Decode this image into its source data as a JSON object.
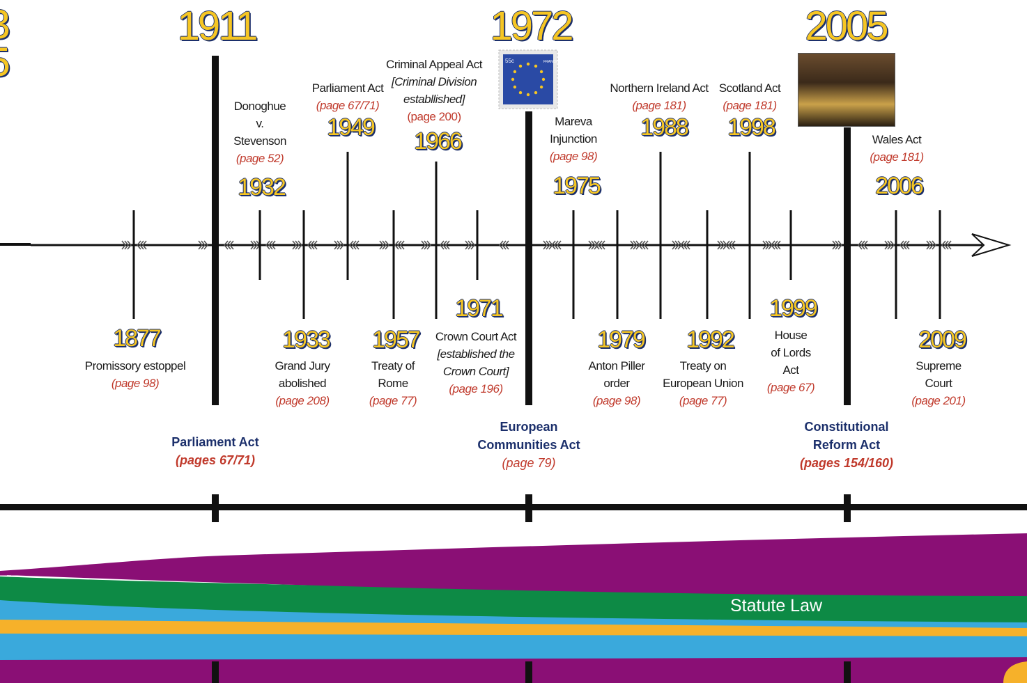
{
  "major_years": [
    "1911",
    "1972",
    "2005"
  ],
  "partial_years": [
    "3",
    "5"
  ],
  "events_above": [
    {
      "id": "e1932",
      "year": "1932",
      "lines": [
        "Donoghue",
        "v.",
        "Stevenson"
      ],
      "page": "(page 52)"
    },
    {
      "id": "e1949",
      "year": "1949",
      "lines": [
        "Parliament Act"
      ],
      "page": "(page 67/71)"
    },
    {
      "id": "e1966",
      "year": "1966",
      "lines": [
        "Criminal Appeal Act"
      ],
      "italic": [
        "[Criminal Division",
        "establlished]"
      ],
      "page_normal": "(page 200)"
    },
    {
      "id": "e1975",
      "year": "1975",
      "lines": [
        "Mareva",
        "Injunction"
      ],
      "page": "(page 98)"
    },
    {
      "id": "e1988",
      "year": "1988",
      "lines": [
        "Northern Ireland Act"
      ],
      "page": "(page 181)"
    },
    {
      "id": "e1998",
      "year": "1998",
      "lines": [
        "Scotland Act"
      ],
      "page": "(page 181)"
    },
    {
      "id": "e2006",
      "year": "2006",
      "lines": [
        "Wales Act"
      ],
      "page": "(page 181)"
    }
  ],
  "events_below": [
    {
      "id": "e1877",
      "year": "1877",
      "lines": [
        "Promissory estoppel"
      ],
      "page": "(page 98)"
    },
    {
      "id": "e1933",
      "year": "1933",
      "lines": [
        "Grand Jury",
        "abolished"
      ],
      "page": "(page 208)"
    },
    {
      "id": "e1957",
      "year": "1957",
      "lines": [
        "Treaty of",
        "Rome"
      ],
      "page": "(page 77)"
    },
    {
      "id": "e1971",
      "year": "1971",
      "lines": [
        "Crown Court Act"
      ],
      "italic": [
        "[established the",
        "Crown Court]"
      ],
      "page": "(page 196)"
    },
    {
      "id": "e1979",
      "year": "1979",
      "lines": [
        "Anton Piller",
        "order"
      ],
      "page": "(page 98)"
    },
    {
      "id": "e1992",
      "year": "1992",
      "lines": [
        "Treaty on",
        "European Union"
      ],
      "page": "(page 77)"
    },
    {
      "id": "e1999",
      "year": "1999",
      "lines": [
        "House",
        "of Lords",
        "Act"
      ],
      "page": "(page 67)"
    },
    {
      "id": "e2009",
      "year": "2009",
      "lines": [
        "Supreme",
        "Court"
      ],
      "page": "(page 201)"
    }
  ],
  "major_events": [
    {
      "id": "m1911",
      "lines": [
        "Parliament Act"
      ],
      "page": "(pages 67/71)",
      "page_bold": true
    },
    {
      "id": "m1972",
      "lines": [
        "European",
        "Communities Act"
      ],
      "page": "(page 79)",
      "page_bold": false
    },
    {
      "id": "m2005",
      "lines": [
        "Constitutional",
        "Reform Act"
      ],
      "page": "(pages 154/160)",
      "page_bold": true
    }
  ],
  "stamp": {
    "value": "55c",
    "country": "FRANCE",
    "icon": "eu-stars-stamp-icon"
  },
  "photo": {
    "icon": "law-lords-group-photo"
  },
  "streams": {
    "label": "Statute Law",
    "colors": {
      "purple": "#8a0f75",
      "green": "#0d8a45",
      "blue": "#3aa9dc",
      "orange": "#f6b12a"
    }
  },
  "colors": {
    "year_fill": "#f6c623",
    "year_outline": "#1b2f6b",
    "page_ref": "#c0392b",
    "major_text": "#1b2f6b",
    "line": "#111111"
  }
}
